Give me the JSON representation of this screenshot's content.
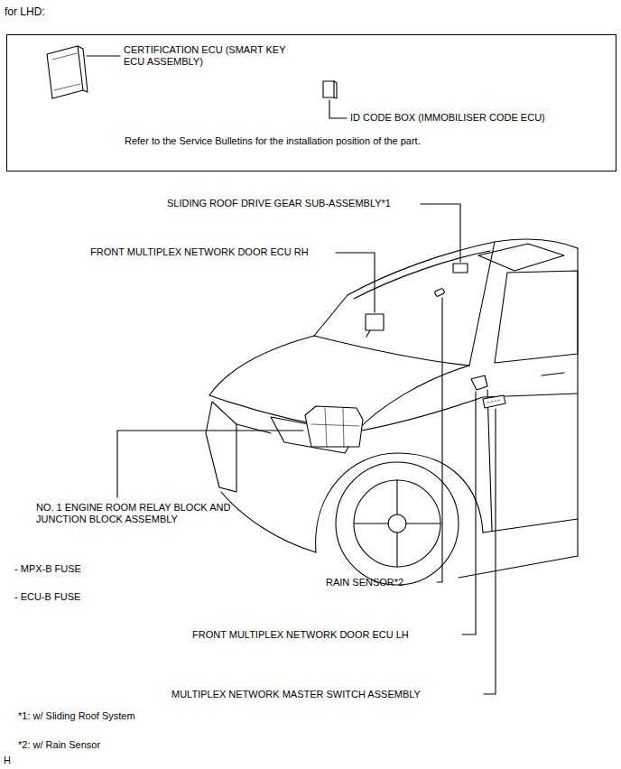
{
  "diagram": {
    "title": "for LHD:",
    "nodes": [
      {
        "text": [
          "CERTIFICATION ECU (SMART KEY ECU ASSEMBLY)",
          "ID CODE BOX (IMMOBILISER CODE ECU)",
          "Refer to the Service Bulletins for the installation position of the part."
        ]
      }
    ],
    "labels": [
      "SLIDING ROOF DRIVE GEAR SUB-ASSEMBLY*1",
      "FRONT MULTIPLEX NETWORK DOOR ECU RH",
      "NO. 1 ENGINE ROOM RELAY BLOCK AND JUNCTION BLOCK ASSEMBLY",
      "- MPX-B FUSE",
      "- ECU-B FUSE",
      "RAIN SENSOR*2",
      "FRONT MULTIPLEX NETWORK DOOR ECU LH",
      "MULTIPLEX NETWORK MASTER SWITCH ASSEMBLY",
      "*1: w/ Sliding Roof System",
      "*2: w/ Rain Sensor",
      "H"
    ]
  }
}
